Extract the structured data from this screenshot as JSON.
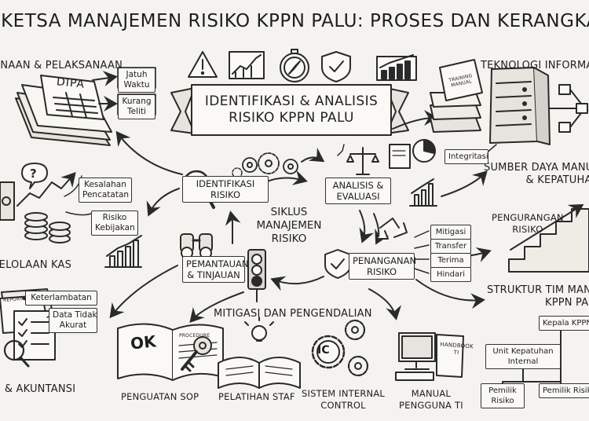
{
  "title": "SKETSA MANAJEMEN RISIKO KPPN PALU: PROSES DAN KERANGKA KERJA",
  "ribbon": {
    "line1": "IDENTIFIKASI & ANALISIS",
    "line2": "RISIKO KPPN PALU"
  },
  "cycle": {
    "line1": "SIKLUS",
    "line2": "MANAJEMEN",
    "line3": "RISIKO"
  },
  "sections": {
    "pelaksanaan": "PERENCANAAN & PELAKSANAAN",
    "kas": "PENGELOLAAN KAS",
    "akuntansi": "PELAPORAN & AKUNTANSI",
    "teknologi": "TEKNOLOGI INFORMASI",
    "sdm_line1": "SUMBER DAYA MANUSIA",
    "sdm_line2": "& KEPATUHAN",
    "struktur_line1": "STRUKTUR TIM MANAJEMEN RISIKO",
    "struktur_line2": "KPPN PALU",
    "mitigasi": "MITIGASI DAN PENGENDALIAN"
  },
  "dipa_label": "DIPA",
  "pelaksanaan_notes": [
    [
      "Jatuh",
      "Waktu"
    ],
    [
      "Kurang",
      "Teliti"
    ]
  ],
  "kas_notes": [
    [
      "Kesalahan",
      "Pencatatan"
    ],
    [
      "Risiko",
      "Kebijakan"
    ]
  ],
  "akuntansi_notes": [
    [
      "Keterlambatan"
    ],
    [
      "Data Tidak",
      "Akurat"
    ]
  ],
  "reports_label": "REPORTS",
  "steps": {
    "identifikasi": [
      "IDENTIFIKASI",
      "RISIKO"
    ],
    "analisis": [
      "ANALISIS &",
      "EVALUASI"
    ],
    "penanganan": [
      "PENANGANAN",
      "RISIKO"
    ],
    "pemantauan": [
      "PEMANTAUAN",
      "& TINJAUAN"
    ]
  },
  "treatment_options": [
    "Mitigasi",
    "Transfer",
    "Terima",
    "Hindari"
  ],
  "training_manual": "TRAINING MANUAL",
  "integritasi": "Integritasi",
  "pengurangan": [
    "PENGURANGAN",
    "RISIKO"
  ],
  "org": {
    "kepala": "Kepala KPPN",
    "unit": [
      "Unit Kepatuhan",
      "Internal"
    ],
    "pemilik1": [
      "Pemilik",
      "Risiko"
    ],
    "pemilik2": "Pemilik Risiko"
  },
  "bottom": {
    "sop": "PENGUATAN SOP",
    "ok": "OK",
    "procedure": "PROCEDURE",
    "pelatihan": "PELATIHAN STAF",
    "sistem": [
      "SISTEM INTERNAL",
      "CONTROL"
    ],
    "ic": "IC",
    "manual": [
      "MANUAL",
      "PENGGUNA TI"
    ],
    "handbook": [
      "HANDBOOK",
      "TI"
    ]
  }
}
